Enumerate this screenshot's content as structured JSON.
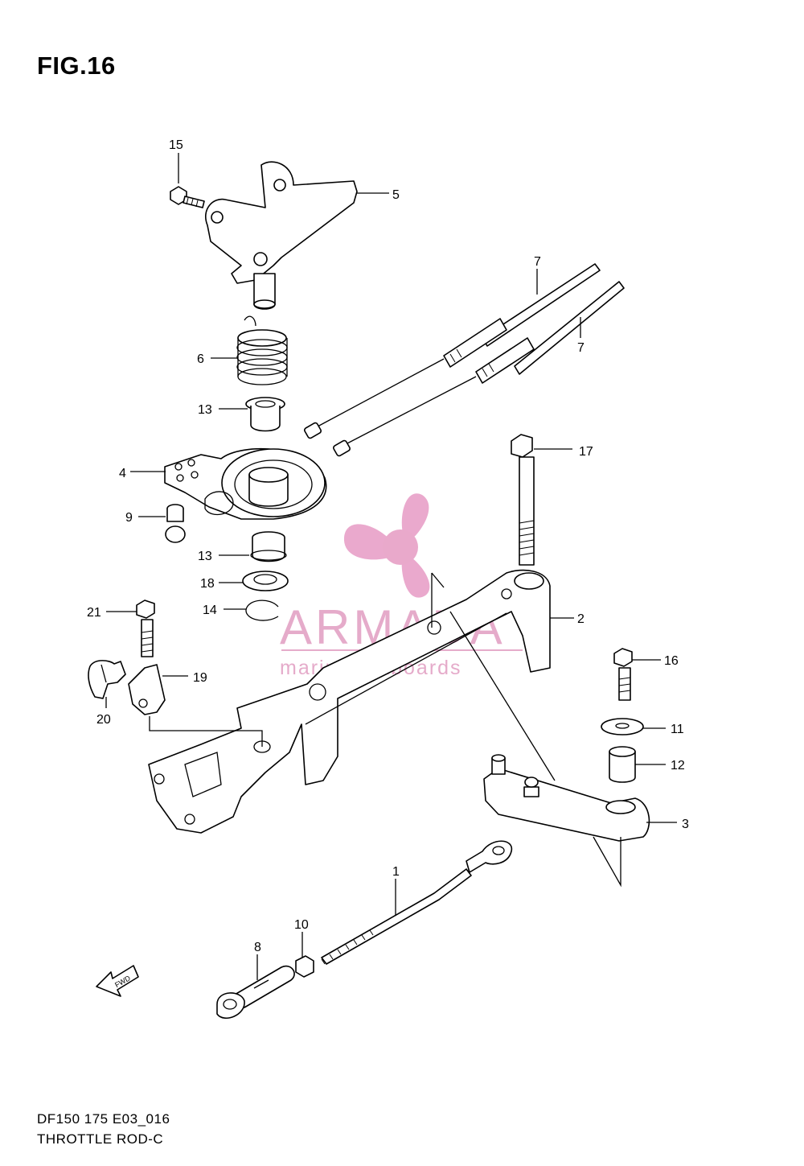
{
  "figure": {
    "title": "FIG.16",
    "code": "DF150 175 E03_016",
    "name": "THROTTLE ROD-C"
  },
  "callouts": [
    {
      "id": "c1",
      "text": "1"
    },
    {
      "id": "c2",
      "text": "2"
    },
    {
      "id": "c3",
      "text": "3"
    },
    {
      "id": "c4",
      "text": "4"
    },
    {
      "id": "c5",
      "text": "5"
    },
    {
      "id": "c6",
      "text": "6"
    },
    {
      "id": "c7a",
      "text": "7"
    },
    {
      "id": "c7b",
      "text": "7"
    },
    {
      "id": "c8",
      "text": "8"
    },
    {
      "id": "c9",
      "text": "9"
    },
    {
      "id": "c10",
      "text": "10"
    },
    {
      "id": "c11",
      "text": "11"
    },
    {
      "id": "c12",
      "text": "12"
    },
    {
      "id": "c13a",
      "text": "13"
    },
    {
      "id": "c13b",
      "text": "13"
    },
    {
      "id": "c14",
      "text": "14"
    },
    {
      "id": "c15",
      "text": "15"
    },
    {
      "id": "c16",
      "text": "16"
    },
    {
      "id": "c17",
      "text": "17"
    },
    {
      "id": "c18",
      "text": "18"
    },
    {
      "id": "c19",
      "text": "19"
    },
    {
      "id": "c20",
      "text": "20"
    },
    {
      "id": "c21",
      "text": "21"
    }
  ],
  "fwd_arrow": {
    "text": "FWD"
  },
  "watermark": {
    "brand": "ARMADA",
    "tagline": "marine outboards",
    "color": "#e8a0c8",
    "logo": "propeller-icon"
  },
  "colors": {
    "ink": "#000000",
    "background": "#ffffff"
  }
}
